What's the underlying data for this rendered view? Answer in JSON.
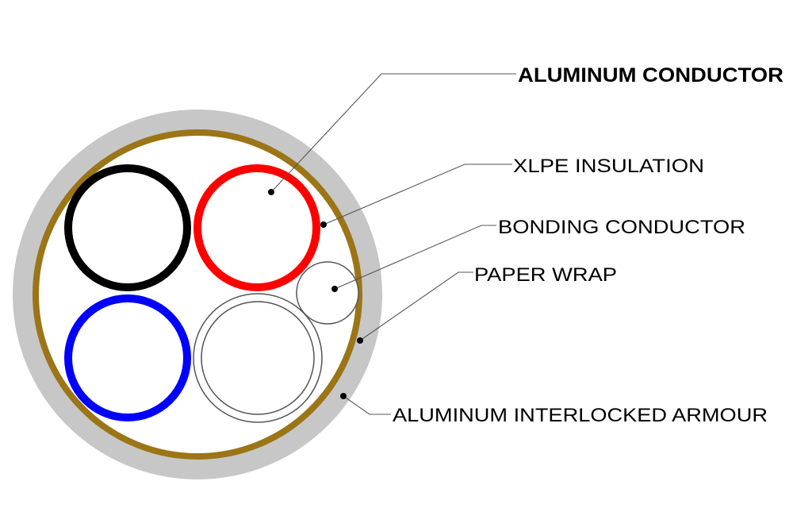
{
  "labels": {
    "aluminum_conductor": "ALUMINUM CONDUCTOR",
    "xlpe_insulation": "XLPE INSULATION",
    "bonding_conductor": "BONDING CONDUCTOR",
    "paper_wrap": "PAPER WRAP",
    "aluminum_interlocked_armour": "ALUMINUM INTERLOCKED ARMOUR"
  },
  "colors": {
    "armour": "#c7c7c7",
    "paper_wrap": "#9b7516",
    "conductor_black": "#000000",
    "conductor_red": "#ff0000",
    "conductor_blue": "#0000ff",
    "bonding": "#555555",
    "leader": "#555555"
  }
}
